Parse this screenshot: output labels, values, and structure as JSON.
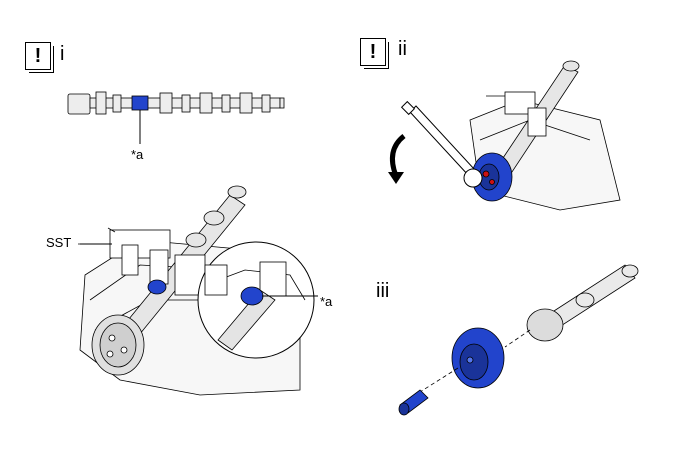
{
  "steps": {
    "i": {
      "label": "i"
    },
    "ii": {
      "label": "ii"
    },
    "iii": {
      "label": "iii"
    }
  },
  "caution_icon": {
    "glyph": "!",
    "icon": "caution-icon"
  },
  "callouts": {
    "a_top": "*a",
    "a_detail": "*a",
    "sst": "SST"
  },
  "colors": {
    "highlight": "#2244cc",
    "line": "#000000",
    "part_fill": "#e8e8e8",
    "bolt_red": "#cc1111"
  }
}
